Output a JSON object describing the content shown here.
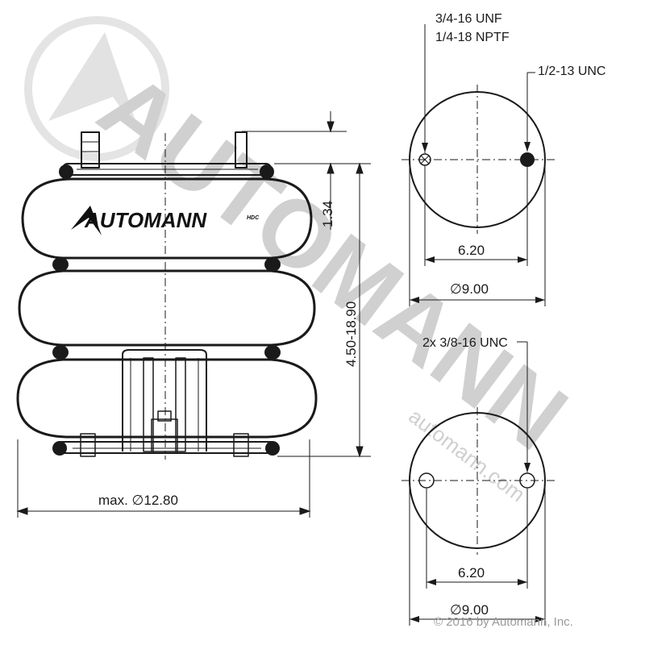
{
  "watermark": {
    "brand": "AUTOMANN",
    "url": "automann.com",
    "copyright": "© 2016 by Automann, Inc."
  },
  "side_view": {
    "logo_text": "AUTOMANN",
    "logo_suffix": "HDC",
    "dim_height_top": "1.34",
    "dim_height_range": "4.50-18.90",
    "dim_width": "max. ∅12.80"
  },
  "top_view": {
    "label_port_line1": "3/4-16 UNF",
    "label_port_line2": "1/4-18 NPTF",
    "label_stud": "1/2-13 UNC",
    "dim_spacing": "6.20",
    "dim_diameter": "∅9.00"
  },
  "bottom_view": {
    "label_studs": "2x 3/8-16 UNC",
    "dim_spacing": "6.20",
    "dim_diameter": "∅9.00"
  },
  "colors": {
    "line": "#1a1a1a",
    "watermark": "#d0d0d0"
  }
}
